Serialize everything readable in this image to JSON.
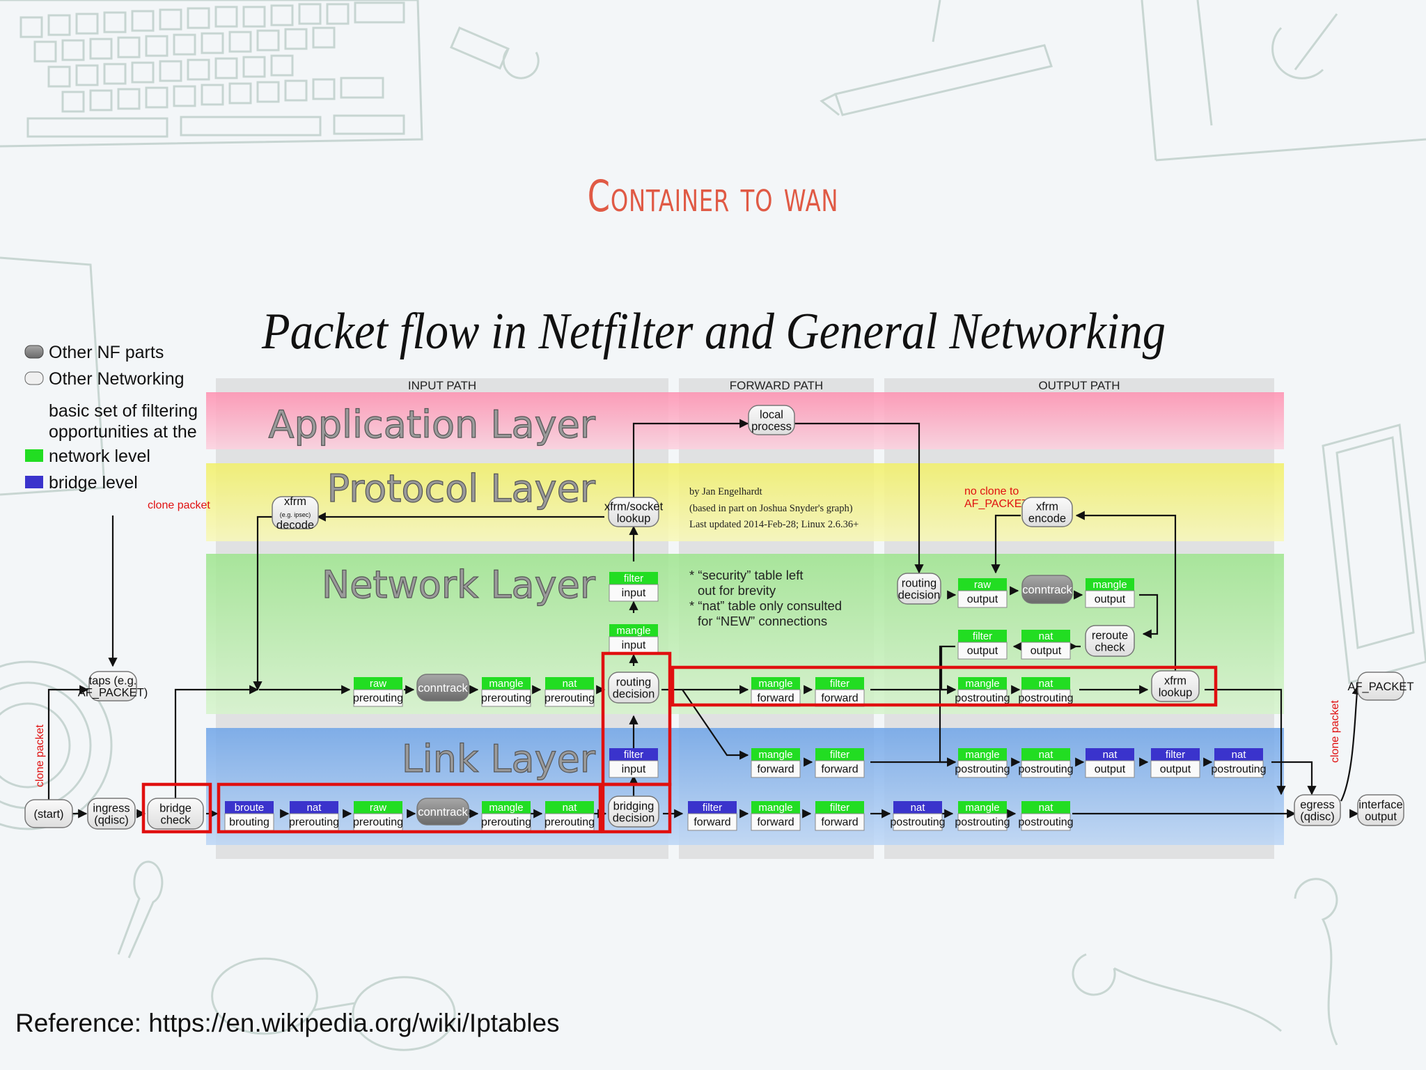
{
  "slide_title": "Container to wan",
  "reference": "Reference: https://en.wikipedia.org/wiki/Iptables",
  "diagram": {
    "title": "Packet flow in Netfilter and General Networking",
    "legend": {
      "other_nf": "Other NF parts",
      "other_networking": "Other Networking",
      "basic_set_1": "basic set of filtering",
      "basic_set_2": "opportunities at the",
      "network_level": "network level",
      "bridge_level": "bridge level"
    },
    "paths": {
      "input": "INPUT PATH",
      "forward": "FORWARD PATH",
      "output": "OUTPUT PATH"
    },
    "layers": {
      "application": "Application Layer",
      "protocol": "Protocol Layer",
      "network": "Network Layer",
      "link": "Link Layer"
    },
    "credits": [
      "by Jan Engelhardt",
      "(based in part on Joshua Snyder's graph)",
      "Last updated 2014-Feb-28; Linux 2.6.36+"
    ],
    "notes": [
      "* “security” table left",
      "out for brevity",
      "* “nat” table only consulted",
      "for “NEW” connections"
    ],
    "red_labels": {
      "clone_packet": "clone packet",
      "no_clone_1": "no clone to",
      "no_clone_2": "AF_PACKET"
    },
    "colors": {
      "network_chain": "#22dd22",
      "bridge_chain": "#3a33cc",
      "highlight": "#e01010",
      "title": "#e05a45"
    },
    "nodes": {
      "start": "(start)",
      "ingress": [
        "ingress",
        "(qdisc)"
      ],
      "bridge_check": [
        "bridge",
        "check"
      ],
      "taps": [
        "taps (e.g.",
        "AF_PACKET)"
      ],
      "xfrm_decode": [
        "xfrm",
        "(e.g. ipsec)",
        "decode"
      ],
      "xfrm_socket": [
        "xfrm/socket",
        "lookup"
      ],
      "local_process": [
        "local",
        "process"
      ],
      "routing_decision": [
        "routing",
        "decision"
      ],
      "bridging_decision": [
        "bridging",
        "decision"
      ],
      "conntrack": "conntrack",
      "routing_decision_out": [
        "routing",
        "decision"
      ],
      "reroute_check": [
        "reroute",
        "check"
      ],
      "xfrm_encode": [
        "xfrm",
        "encode"
      ],
      "xfrm_lookup": [
        "xfrm",
        "lookup"
      ],
      "egress": [
        "egress",
        "(qdisc)"
      ],
      "interface_output": [
        "interface",
        "output"
      ],
      "af_packet": "AF_PACKET"
    },
    "chains": {
      "broute": [
        "broute",
        "brouting"
      ],
      "nat": "nat",
      "raw": "raw",
      "mangle": "mangle",
      "filter": "filter",
      "prerouting": "prerouting",
      "input": "input",
      "forward": "forward",
      "output": "output",
      "postrouting": "postrouting"
    }
  }
}
